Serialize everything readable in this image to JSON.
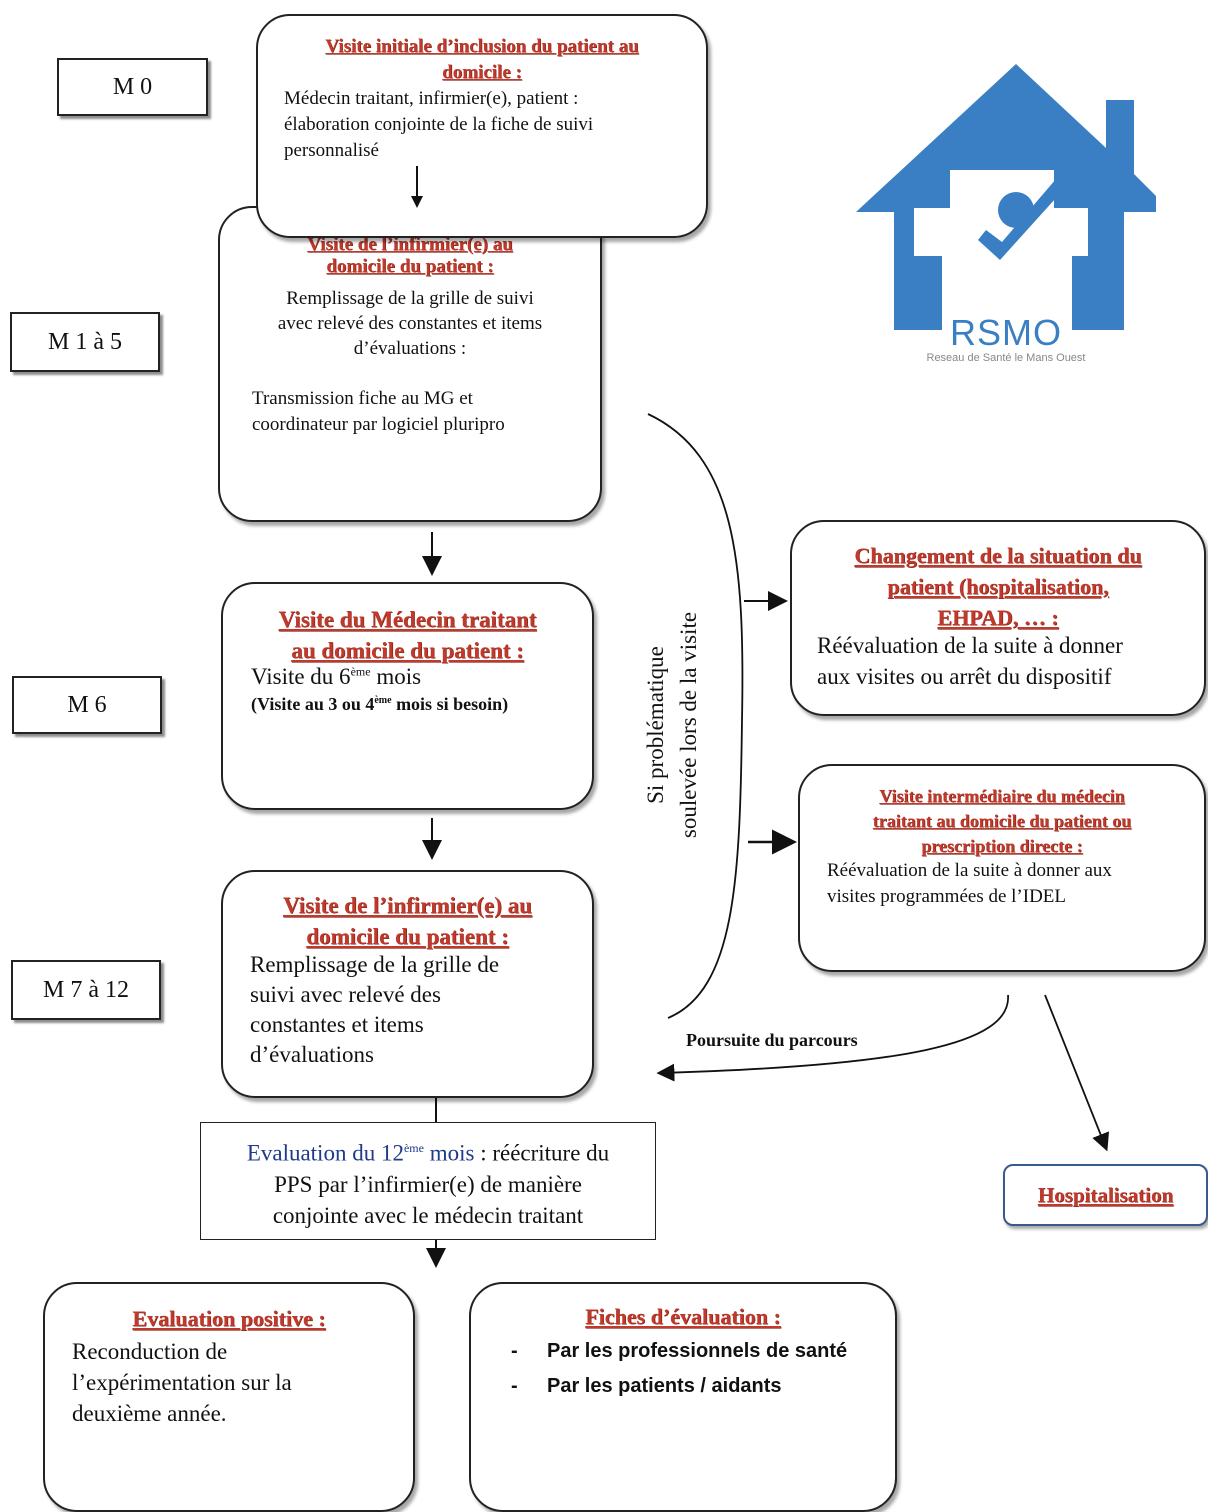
{
  "labels": {
    "m0": "M 0",
    "m1": "M 1 à 5",
    "m6": "M 6",
    "m7": "M 7 à 12"
  },
  "box1": {
    "title_l1": "Visite initiale d’inclusion du patient au",
    "title_l2": "domicile :",
    "body_l1": "Médecin traitant, infirmier(e), patient :",
    "body_l2": "élaboration conjointe de la fiche de suivi",
    "body_l3": "personnalisé"
  },
  "box2": {
    "title_l1": "Visite de l’infirmier(e) au",
    "title_l2": "domicile du patient :",
    "body_l1": "Remplissage de la grille de suivi",
    "body_l2": "avec relevé des constantes et items",
    "body_l3": "d’évaluations :",
    "body_l4": "Transmission fiche au MG et",
    "body_l5": "coordinateur par logiciel pluripro"
  },
  "box3": {
    "title_l1": "Visite du Médecin traitant",
    "title_l2": "au domicile du patient :",
    "body_main": "Visite du 6",
    "body_sup": "ème",
    "body_end": " mois",
    "sub_pre": "(Visite au 3 ou 4",
    "sub_sup": "ème",
    "sub_end": " mois si besoin)"
  },
  "box4": {
    "title_l1": "Visite de l’infirmier(e) au",
    "title_l2": "domicile du patient :",
    "body_l1": "Remplissage de la grille de",
    "body_l2": "suivi avec relevé des",
    "body_l3": "constantes et items",
    "body_l4": "d’évaluations"
  },
  "eval12": {
    "blue": "Evaluation du 12",
    "sup": "ème",
    "blue2": " mois",
    "rest_l1": " : réécriture du",
    "l2": "PPS par l’infirmier(e) de manière",
    "l3": "conjointe avec le médecin traitant"
  },
  "positive": {
    "title": "Evaluation positive :",
    "l1": "Reconduction de",
    "l2": "l’expérimentation sur la",
    "l3": "deuxième année."
  },
  "fiches": {
    "title": "Fiches d’évaluation :",
    "items": [
      "Par les professionnels de santé",
      "Par les patients / aidants"
    ]
  },
  "change": {
    "title_l1": "Changement de la situation du",
    "title_l2": "patient (hospitalisation,",
    "title_l3": "EHPAD, … :",
    "body_l1": "Réévaluation de la suite à donner",
    "body_l2": "aux visites ou arrêt du dispositif"
  },
  "intermediate": {
    "title_l1": "Visite intermédiaire du médecin",
    "title_l2": "traitant au domicile du patient ou",
    "title_l3": "prescription directe :",
    "body_l1": "Réévaluation de la suite à donner aux",
    "body_l2": "visites programmées de l’IDEL"
  },
  "side_text": {
    "l1": "Si problématique",
    "l2": "soulevée lors de la visite"
  },
  "poursuite": "Poursuite du parcours",
  "hospitalisation": "Hospitalisation",
  "logo": {
    "name": "RSMO",
    "sub": "Reseau de Santé le Mans Ouest",
    "color": "#3a7fc4"
  }
}
